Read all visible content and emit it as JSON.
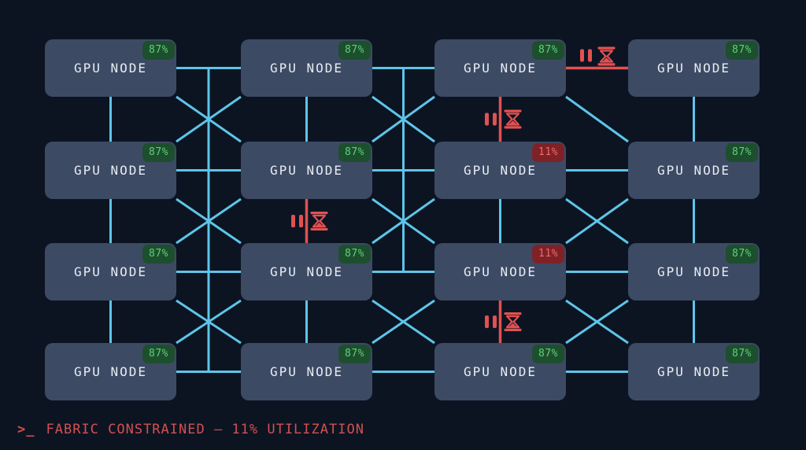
{
  "status_bar": {
    "prompt": ">_",
    "message": "FABRIC CONSTRAINED — 11% UTILIZATION"
  },
  "colors": {
    "background": "#0c1422",
    "node_fill": "#3d4a64",
    "node_text": "#e9edf4",
    "link_ok": "#5ec5e8",
    "link_blocked": "#e25151",
    "badge_ok_bg": "#1d4f2e",
    "badge_ok_text": "#5ed077",
    "badge_warn_bg": "#7e2227",
    "badge_warn_text": "#ef6a6a",
    "status_text": "#d25050"
  },
  "icons": {
    "blocked_pause": "pause-icon",
    "blocked_wait": "hourglass-icon",
    "prompt": "terminal-prompt"
  },
  "nodes": [
    {
      "row": 1,
      "col": 1,
      "label": "GPU NODE",
      "utilization": "87%",
      "status": "ok"
    },
    {
      "row": 1,
      "col": 2,
      "label": "GPU NODE",
      "utilization": "87%",
      "status": "ok"
    },
    {
      "row": 1,
      "col": 3,
      "label": "GPU NODE",
      "utilization": "87%",
      "status": "ok"
    },
    {
      "row": 1,
      "col": 4,
      "label": "GPU NODE",
      "utilization": "87%",
      "status": "ok"
    },
    {
      "row": 2,
      "col": 1,
      "label": "GPU NODE",
      "utilization": "87%",
      "status": "ok"
    },
    {
      "row": 2,
      "col": 2,
      "label": "GPU NODE",
      "utilization": "87%",
      "status": "ok"
    },
    {
      "row": 2,
      "col": 3,
      "label": "GPU NODE",
      "utilization": "11%",
      "status": "warn"
    },
    {
      "row": 2,
      "col": 4,
      "label": "GPU NODE",
      "utilization": "87%",
      "status": "ok"
    },
    {
      "row": 3,
      "col": 1,
      "label": "GPU NODE",
      "utilization": "87%",
      "status": "ok"
    },
    {
      "row": 3,
      "col": 2,
      "label": "GPU NODE",
      "utilization": "87%",
      "status": "ok"
    },
    {
      "row": 3,
      "col": 3,
      "label": "GPU NODE",
      "utilization": "11%",
      "status": "warn"
    },
    {
      "row": 3,
      "col": 4,
      "label": "GPU NODE",
      "utilization": "87%",
      "status": "ok"
    },
    {
      "row": 4,
      "col": 1,
      "label": "GPU NODE",
      "utilization": "87%",
      "status": "ok"
    },
    {
      "row": 4,
      "col": 2,
      "label": "GPU NODE",
      "utilization": "87%",
      "status": "ok"
    },
    {
      "row": 4,
      "col": 3,
      "label": "GPU NODE",
      "utilization": "87%",
      "status": "ok"
    },
    {
      "row": 4,
      "col": 4,
      "label": "GPU NODE",
      "utilization": "87%",
      "status": "ok"
    }
  ],
  "links": {
    "horizontal": [
      {
        "row": 1,
        "gap": 1,
        "status": "ok"
      },
      {
        "row": 1,
        "gap": 2,
        "status": "ok"
      },
      {
        "row": 1,
        "gap": 3,
        "status": "blocked"
      },
      {
        "row": 2,
        "gap": 1,
        "status": "ok"
      },
      {
        "row": 2,
        "gap": 2,
        "status": "ok"
      },
      {
        "row": 2,
        "gap": 3,
        "status": "ok"
      },
      {
        "row": 3,
        "gap": 1,
        "status": "ok"
      },
      {
        "row": 3,
        "gap": 2,
        "status": "ok"
      },
      {
        "row": 3,
        "gap": 3,
        "status": "ok"
      },
      {
        "row": 4,
        "gap": 1,
        "status": "ok"
      },
      {
        "row": 4,
        "gap": 2,
        "status": "ok"
      },
      {
        "row": 4,
        "gap": 3,
        "status": "ok"
      }
    ],
    "vertical": [
      {
        "col": 1,
        "pair": 1,
        "status": "ok"
      },
      {
        "col": 1,
        "pair": 2,
        "status": "ok"
      },
      {
        "col": 1,
        "pair": 3,
        "status": "ok"
      },
      {
        "col": 2,
        "pair": 1,
        "status": "ok"
      },
      {
        "col": 2,
        "pair": 2,
        "status": "blocked"
      },
      {
        "col": 2,
        "pair": 3,
        "status": "ok"
      },
      {
        "col": 3,
        "pair": 1,
        "status": "blocked"
      },
      {
        "col": 3,
        "pair": 2,
        "status": "ok"
      },
      {
        "col": 3,
        "pair": 3,
        "status": "blocked"
      },
      {
        "col": 4,
        "pair": 1,
        "status": "ok"
      },
      {
        "col": 4,
        "pair": 2,
        "status": "ok"
      },
      {
        "col": 4,
        "pair": 3,
        "status": "ok"
      }
    ],
    "diagonals": [
      {
        "gap": 1,
        "pair": 1,
        "dir": "tlbr"
      },
      {
        "gap": 1,
        "pair": 1,
        "dir": "trbl"
      },
      {
        "gap": 1,
        "pair": 2,
        "dir": "tlbr"
      },
      {
        "gap": 1,
        "pair": 2,
        "dir": "trbl"
      },
      {
        "gap": 1,
        "pair": 3,
        "dir": "tlbr"
      },
      {
        "gap": 1,
        "pair": 3,
        "dir": "trbl"
      },
      {
        "gap": 2,
        "pair": 1,
        "dir": "tlbr"
      },
      {
        "gap": 2,
        "pair": 1,
        "dir": "trbl"
      },
      {
        "gap": 2,
        "pair": 2,
        "dir": "tlbr"
      },
      {
        "gap": 2,
        "pair": 2,
        "dir": "trbl"
      },
      {
        "gap": 2,
        "pair": 3,
        "dir": "tlbr"
      },
      {
        "gap": 2,
        "pair": 3,
        "dir": "trbl"
      },
      {
        "gap": 3,
        "pair": 1,
        "dir": "tlbr"
      },
      {
        "gap": 3,
        "pair": 2,
        "dir": "tlbr"
      },
      {
        "gap": 3,
        "pair": 2,
        "dir": "trbl"
      },
      {
        "gap": 3,
        "pair": 3,
        "dir": "tlbr"
      },
      {
        "gap": 3,
        "pair": 3,
        "dir": "trbl"
      }
    ],
    "spines": [
      {
        "gap": 1,
        "from_row": 1,
        "to_row": 4
      },
      {
        "gap": 2,
        "from_row": 1,
        "to_row": 3
      }
    ]
  }
}
